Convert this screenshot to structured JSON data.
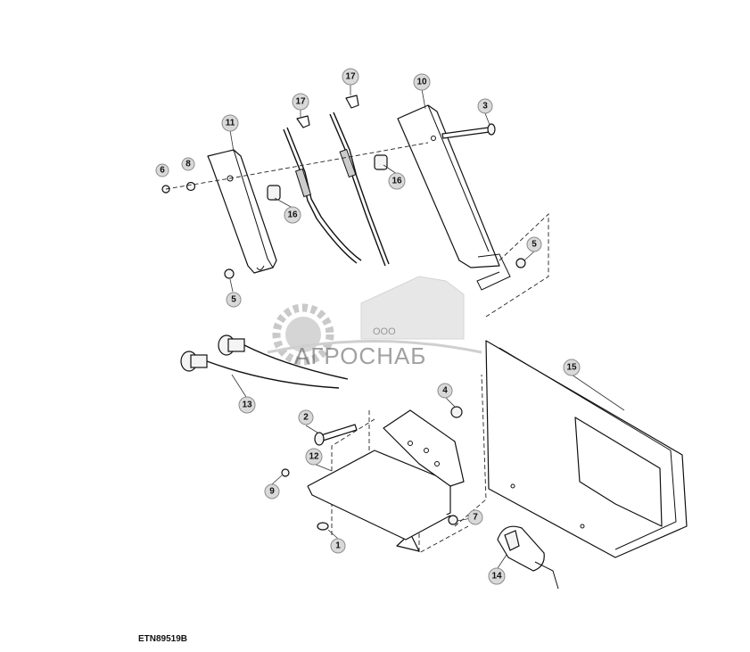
{
  "figure_code": "ETN89519B",
  "watermark": {
    "small": "ООО",
    "main": "АГРОСНАБ"
  },
  "callouts": [
    {
      "id": "c1",
      "label": "1"
    },
    {
      "id": "c2",
      "label": "2"
    },
    {
      "id": "c3",
      "label": "3"
    },
    {
      "id": "c4",
      "label": "4"
    },
    {
      "id": "c5a",
      "label": "5"
    },
    {
      "id": "c5b",
      "label": "5"
    },
    {
      "id": "c6",
      "label": "6"
    },
    {
      "id": "c7",
      "label": "7"
    },
    {
      "id": "c8",
      "label": "8"
    },
    {
      "id": "c9",
      "label": "9"
    },
    {
      "id": "c10",
      "label": "10"
    },
    {
      "id": "c11",
      "label": "11"
    },
    {
      "id": "c12",
      "label": "12"
    },
    {
      "id": "c13",
      "label": "13"
    },
    {
      "id": "c14",
      "label": "14"
    },
    {
      "id": "c15",
      "label": "15"
    },
    {
      "id": "c16a",
      "label": "16"
    },
    {
      "id": "c16b",
      "label": "16"
    },
    {
      "id": "c17a",
      "label": "17"
    },
    {
      "id": "c17b",
      "label": "17"
    }
  ]
}
